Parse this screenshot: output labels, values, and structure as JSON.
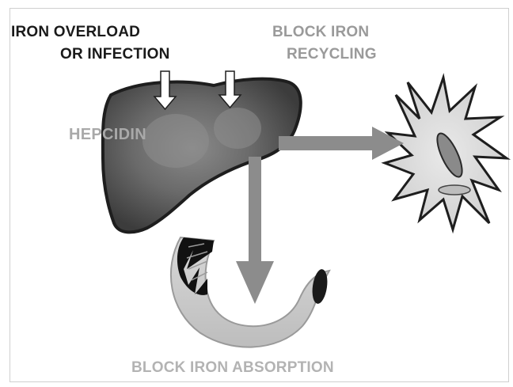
{
  "labels": {
    "trigger_line1": "IRON OVERLOAD",
    "trigger_line2": "OR INFECTION",
    "recycling_line1": "BLOCK IRON",
    "recycling_line2": "RECYCLING",
    "hepcidin": "HEPCIDIN",
    "absorption": "BLOCK IRON ABSORPTION"
  },
  "colors": {
    "liver": "#5a5a5a",
    "arrow": "#8c8c8c",
    "macrophage": "#dcdcdc",
    "intestine": "#cfcfcf",
    "border": "#c8c8c8"
  }
}
